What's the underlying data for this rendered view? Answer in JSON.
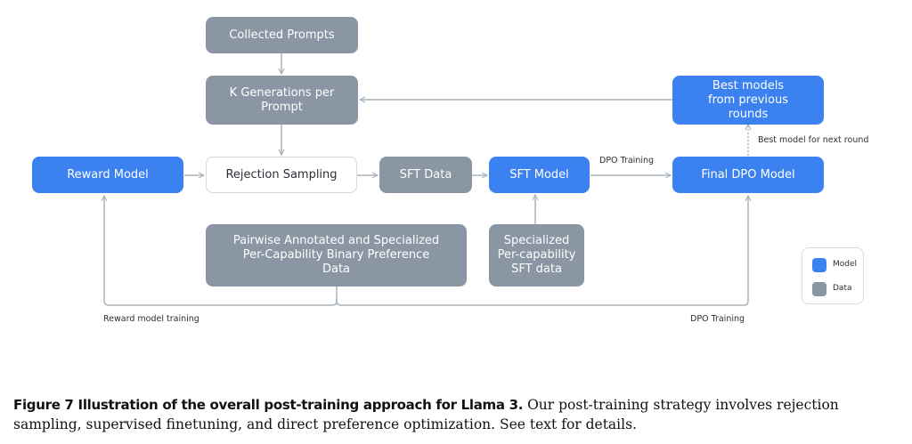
{
  "colors": {
    "model": "#3b82f0",
    "data": "#8a96a3",
    "line": "#aab3bc"
  },
  "nodes": {
    "collected_prompts": "Collected Prompts",
    "k_generations": "K Generations per Prompt",
    "reward_model": "Reward Model",
    "rejection_sampling": "Rejection Sampling",
    "sft_data": "SFT Data",
    "sft_model": "SFT Model",
    "final_dpo_model": "Final DPO Model",
    "best_models": "Best models from previous rounds",
    "pairwise_data": "Pairwise Annotated and Specialized Per-Capability Binary Preference Data",
    "specialized_sft": "Specialized Per-capability SFT data"
  },
  "edge_labels": {
    "dpo_training_top": "DPO Training",
    "best_model_next_round": "Best model for next round",
    "reward_model_training": "Reward model training",
    "dpo_training_bottom": "DPO Training"
  },
  "legend": {
    "model": "Model",
    "data": "Data"
  },
  "caption": {
    "label": "Figure 7  Illustration of the overall post-training approach for Llama 3.",
    "text": " Our post-training strategy involves rejection sampling, supervised finetuning, and direct preference optimization. See text for details."
  }
}
